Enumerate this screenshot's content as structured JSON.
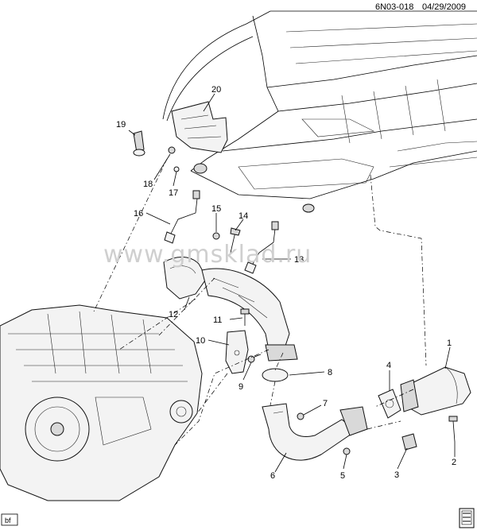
{
  "header": {
    "diagram_code": "6N03-018",
    "date": "04/29/2009"
  },
  "watermark": "www.gmsklad.ru",
  "footer": {
    "tag": "bf"
  },
  "callouts": [
    "1",
    "2",
    "3",
    "4",
    "5",
    "6",
    "7",
    "8",
    "9",
    "10",
    "11",
    "12",
    "13",
    "14",
    "15",
    "16",
    "17",
    "18",
    "19",
    "20"
  ]
}
